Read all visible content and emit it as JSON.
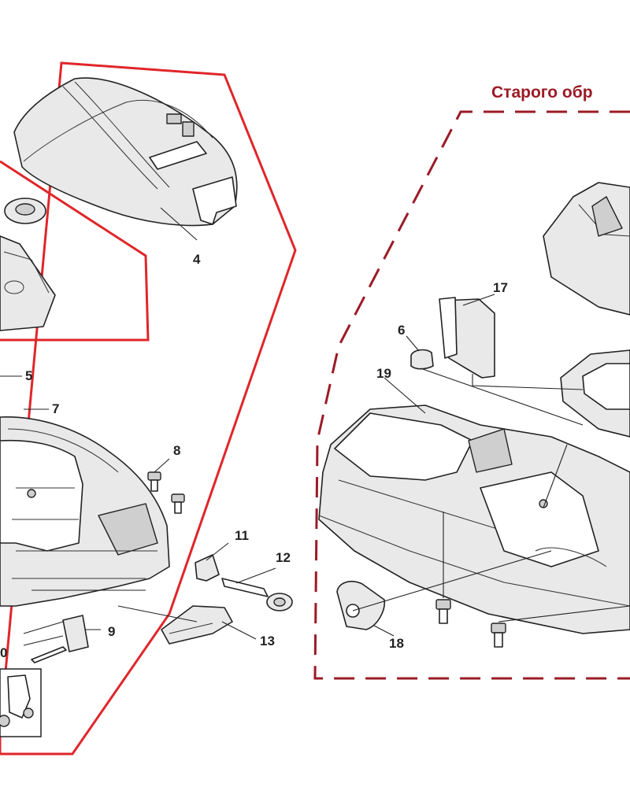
{
  "section_heading": "Старого обр",
  "colors": {
    "accent_red": "#e0262a",
    "dashed_red": "#9b1b26",
    "line": "#222222"
  },
  "callouts": [
    {
      "id": "c4",
      "label": "4"
    },
    {
      "id": "c5",
      "label": "5"
    },
    {
      "id": "c7",
      "label": "7"
    },
    {
      "id": "c8",
      "label": "8"
    },
    {
      "id": "c9",
      "label": "9"
    },
    {
      "id": "c10",
      "label": "0"
    },
    {
      "id": "c11",
      "label": "11"
    },
    {
      "id": "c12",
      "label": "12"
    },
    {
      "id": "c13",
      "label": "13"
    },
    {
      "id": "c6",
      "label": "6"
    },
    {
      "id": "c17",
      "label": "17"
    },
    {
      "id": "c18",
      "label": "18"
    },
    {
      "id": "c19",
      "label": "19"
    }
  ]
}
